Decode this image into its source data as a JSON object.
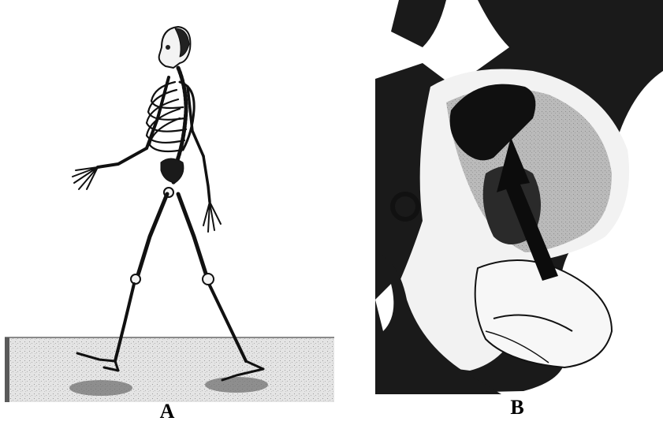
{
  "figure": {
    "panels": [
      {
        "label": "A",
        "subject": "skeleton-walking-illustration"
      },
      {
        "label": "B",
        "subject": "hip-joint-cross-section-with-arrow"
      }
    ]
  },
  "colors": {
    "ink": "#000000",
    "background": "#ffffff",
    "floor": "#d8d8d8",
    "shade": "#7a7a7a"
  }
}
